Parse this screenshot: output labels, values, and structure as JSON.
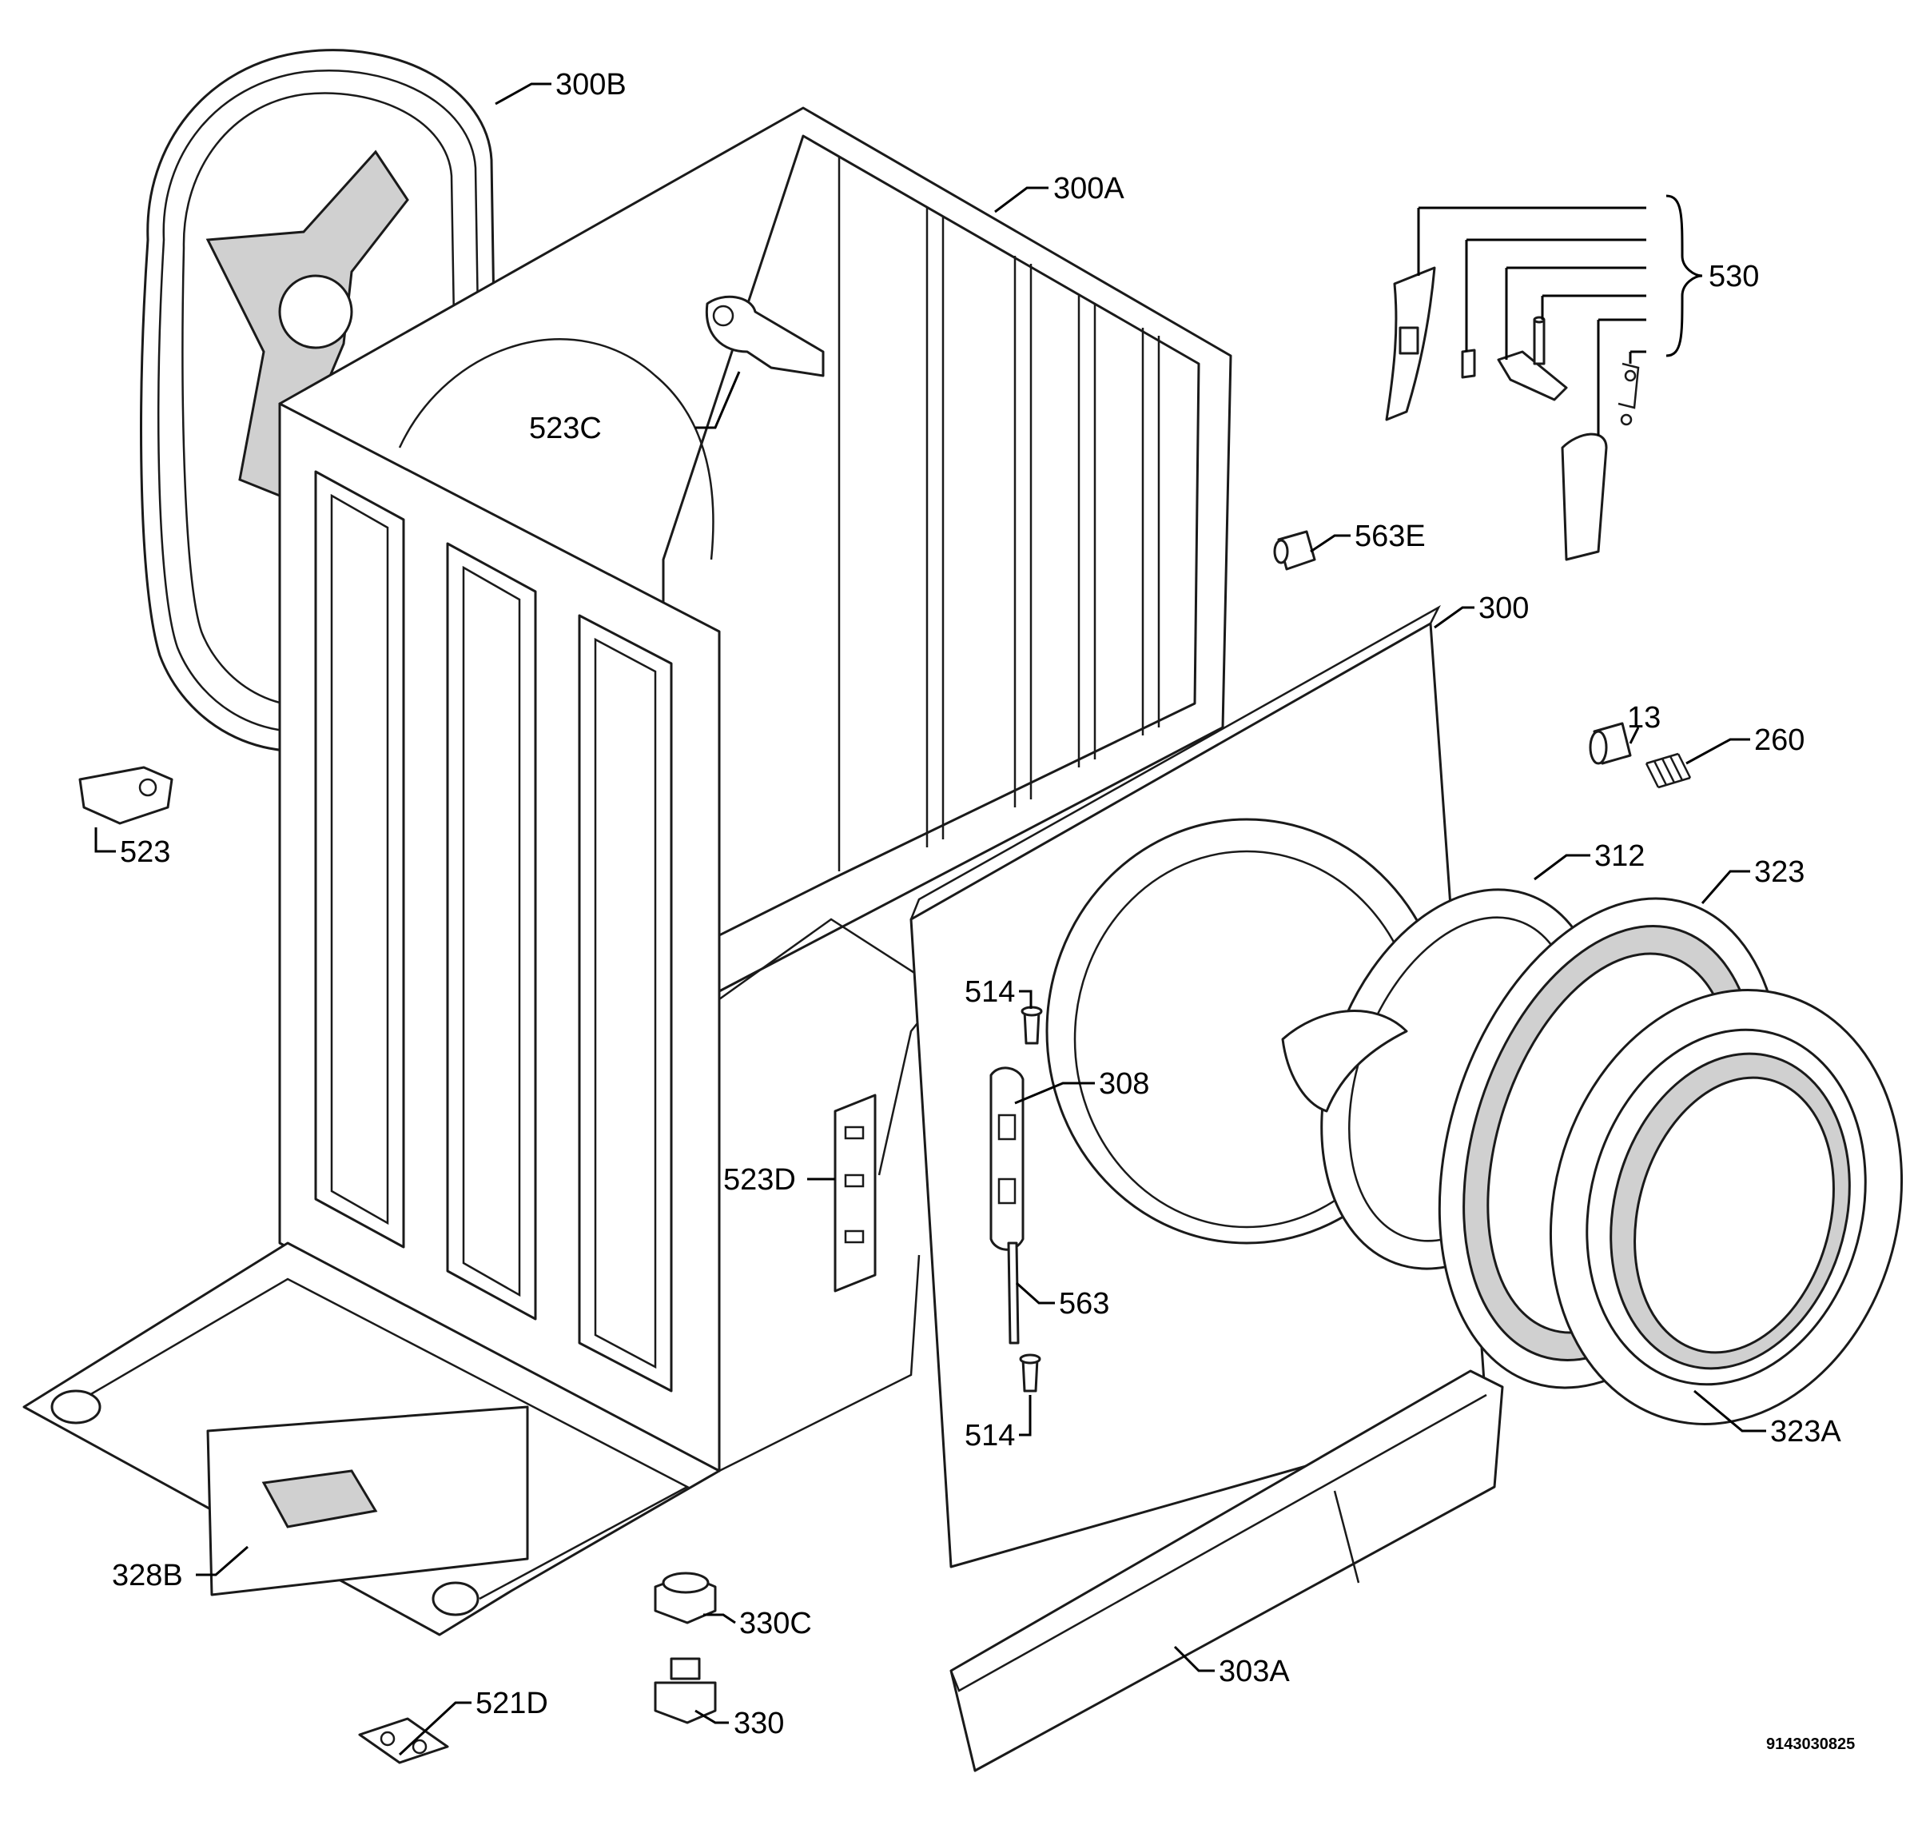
{
  "labels": {
    "l300B": "300B",
    "l300A": "300A",
    "l530": "530",
    "l523C": "523C",
    "l563E": "563E",
    "l300": "300",
    "l13": "13",
    "l260": "260",
    "l523": "523",
    "l312": "312",
    "l323": "323",
    "l514a": "514",
    "l308": "308",
    "l523D": "523D",
    "l563": "563",
    "l514b": "514",
    "l323A": "323A",
    "l328B": "328B",
    "l330C": "330C",
    "l521D": "521D",
    "l330": "330",
    "l303A": "303A"
  },
  "document_number": "9143030825"
}
